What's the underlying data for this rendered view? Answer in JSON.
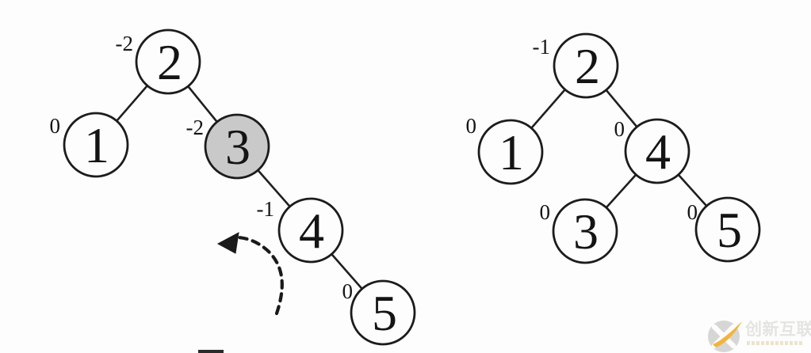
{
  "figure": {
    "type": "binary-tree-rotation-diagram",
    "panels": 2,
    "colors": {
      "ink": "#1c1c1c",
      "node_fill": "#fdfdfd",
      "highlight_node_fill": "#c9c9c9",
      "background": "#fdfdfd",
      "watermark_gray": "#e4e4e1",
      "watermark_yellow": "#f1b53e"
    }
  },
  "trees": [
    {
      "name": "before-rotation",
      "nodes": [
        {
          "value": "2",
          "balance_factor": "-2",
          "highlighted": false
        },
        {
          "value": "1",
          "balance_factor": "0",
          "highlighted": false
        },
        {
          "value": "3",
          "balance_factor": "-2",
          "highlighted": true
        },
        {
          "value": "4",
          "balance_factor": "-1",
          "highlighted": false
        },
        {
          "value": "5",
          "balance_factor": "0",
          "highlighted": false
        }
      ],
      "edges": [
        [
          "2",
          "1"
        ],
        [
          "2",
          "3"
        ],
        [
          "3",
          "4"
        ],
        [
          "4",
          "5"
        ]
      ]
    },
    {
      "name": "after-rotation",
      "nodes": [
        {
          "value": "2",
          "balance_factor": "-1",
          "highlighted": false
        },
        {
          "value": "1",
          "balance_factor": "0",
          "highlighted": false
        },
        {
          "value": "4",
          "balance_factor": "0",
          "highlighted": false
        },
        {
          "value": "3",
          "balance_factor": "0",
          "highlighted": false
        },
        {
          "value": "5",
          "balance_factor": "0",
          "highlighted": false
        }
      ],
      "edges": [
        [
          "2",
          "1"
        ],
        [
          "2",
          "4"
        ],
        [
          "4",
          "3"
        ],
        [
          "4",
          "5"
        ]
      ]
    }
  ],
  "rotation_arrow": {
    "style": "dashed",
    "direction": "left"
  },
  "watermark": {
    "brand": "创新互联",
    "logo": "circle-x-yellow-swoosh"
  }
}
